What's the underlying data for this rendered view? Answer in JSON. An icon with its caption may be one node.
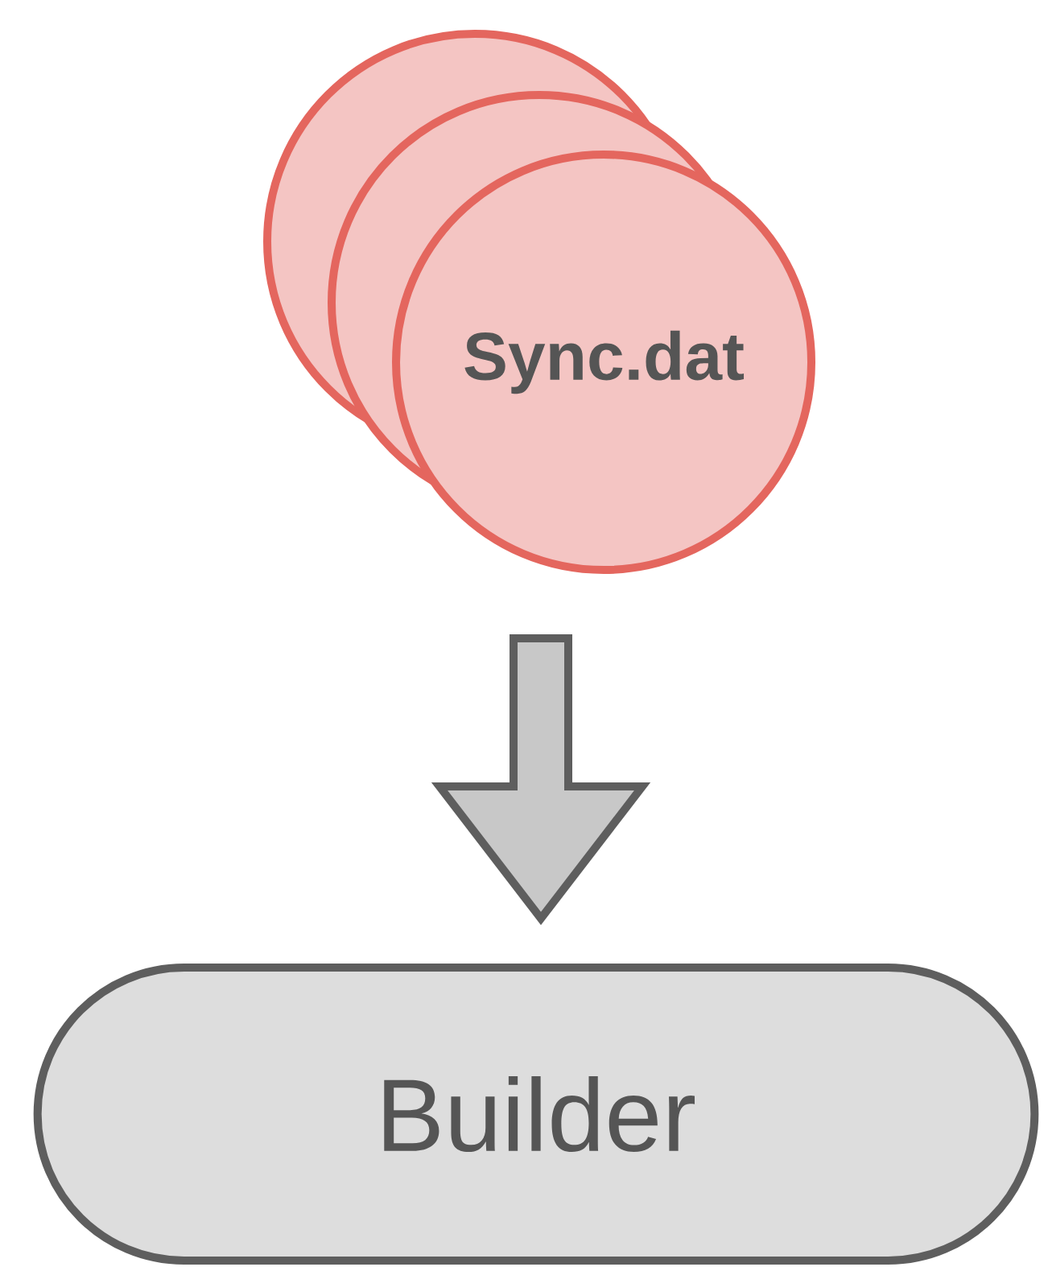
{
  "diagram": {
    "nodes": [
      {
        "text": [
          "Sync.dat"
        ]
      },
      {
        "text": [
          "Builder"
        ]
      }
    ],
    "edges": [
      {
        "from": 0,
        "to": 1,
        "arrow": "to"
      }
    ]
  }
}
